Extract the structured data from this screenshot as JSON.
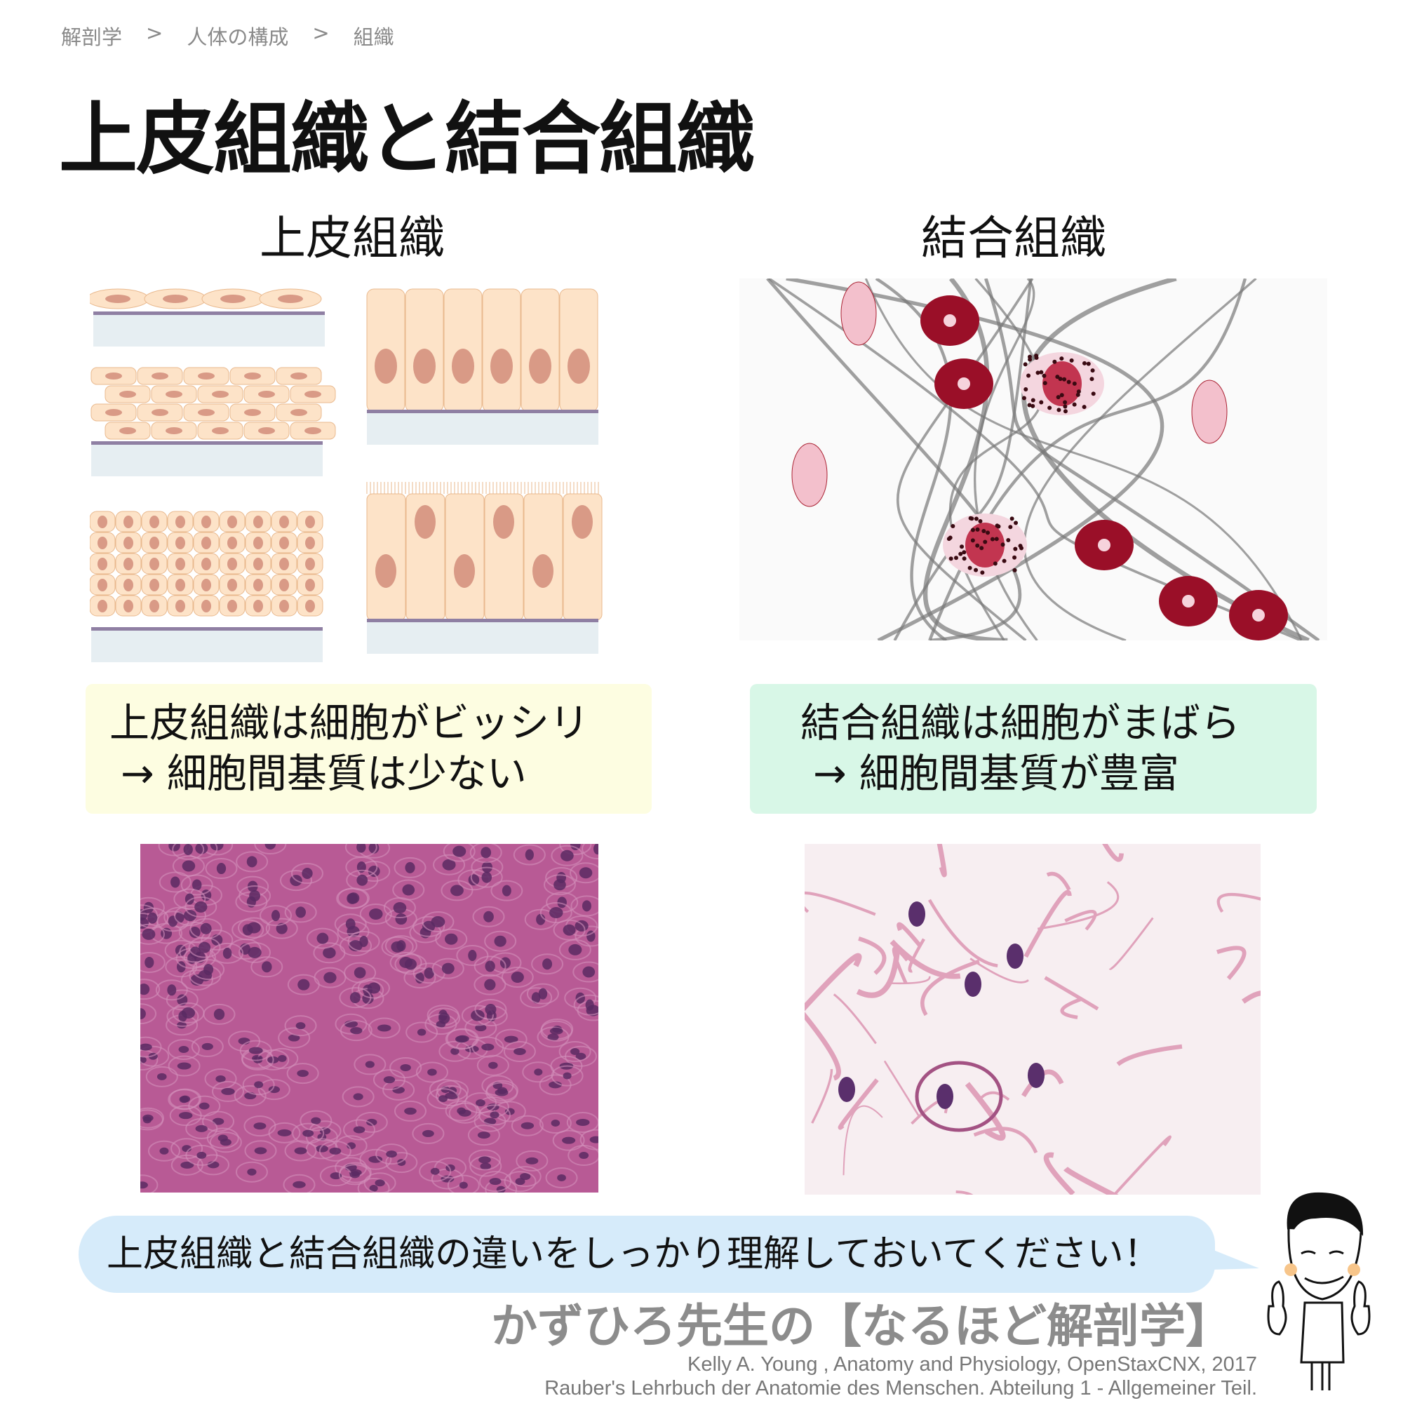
{
  "breadcrumb": [
    "解剖学",
    ">",
    "人体の構成",
    ">",
    "組織"
  ],
  "title": "上皮組織と結合組織",
  "sections": {
    "epithelial": {
      "heading": "上皮組織",
      "note_line1": "上皮組織は細胞がビッシリ",
      "note_line2": "→ 細胞間基質は少ない"
    },
    "connective": {
      "heading": "結合組織",
      "note_line1": "結合組織は細胞がまばら",
      "note_line2": "→ 細胞間基質が豊富"
    }
  },
  "bubble": "上皮組織と結合組織の違いをしっかり理解しておいてください！",
  "brand": "かずひろ先生の【なるほど解剖学】",
  "credits": [
    "Kelly A. Young , Anatomy and Physiology, OpenStaxCNX, 2017",
    "Rauber's Lehrbuch der Anatomie des Menschen. Abteilung 1 - Allgemeiner Teil."
  ],
  "colors": {
    "yellow_box": "#fdfde1",
    "green_box": "#d8f7e7",
    "bubble": "#d6ebfa",
    "cell": "#fde3c8",
    "nucleus": "#d99a86",
    "he_stain": "#b85a95"
  }
}
